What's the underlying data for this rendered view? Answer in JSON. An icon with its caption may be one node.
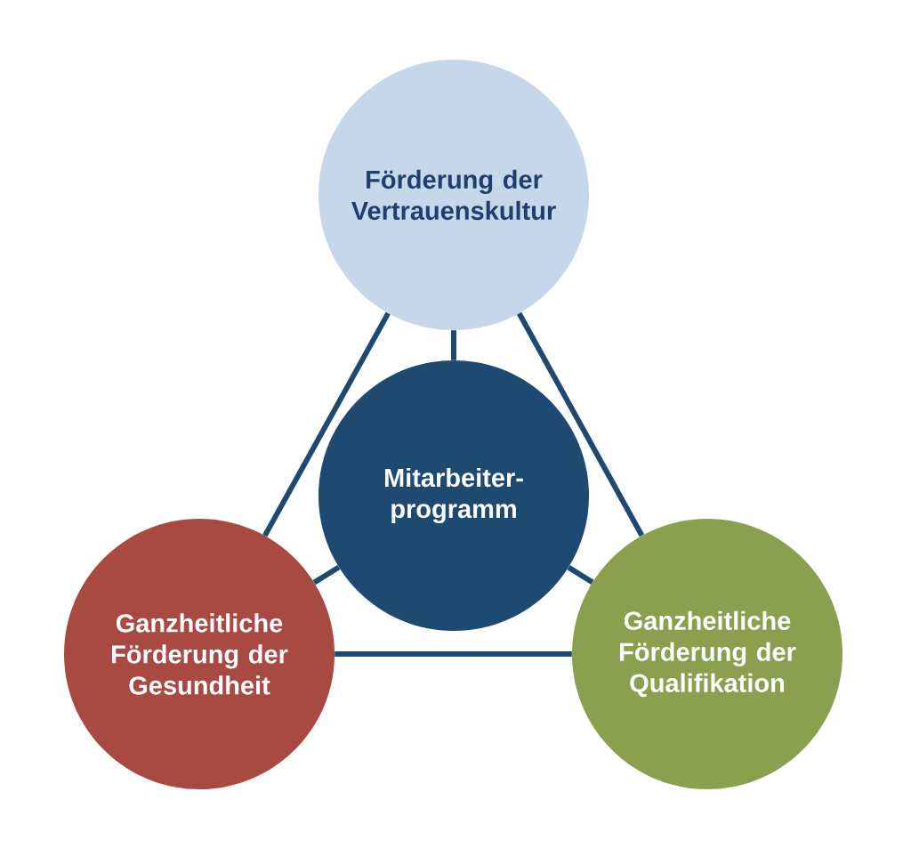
{
  "diagram": {
    "nodes": [
      {
        "text": [
          "Förderung der Vertrauenskultur"
        ]
      },
      {
        "text": [
          "Mitarbeiter-programm"
        ]
      },
      {
        "text": [
          "Ganzheitliche Förderung der Gesundheit"
        ]
      },
      {
        "text": [
          "Ganzheitliche Förderung der Qualifikation"
        ]
      }
    ],
    "edges": [
      {
        "from": 0,
        "to": 1,
        "arrow": "none"
      },
      {
        "from": 0,
        "to": 2,
        "arrow": "none"
      },
      {
        "from": 0,
        "to": 3,
        "arrow": "none"
      },
      {
        "from": 1,
        "to": 2,
        "arrow": "none"
      },
      {
        "from": 1,
        "to": 3,
        "arrow": "none"
      },
      {
        "from": 2,
        "to": 3,
        "arrow": "none"
      }
    ]
  }
}
